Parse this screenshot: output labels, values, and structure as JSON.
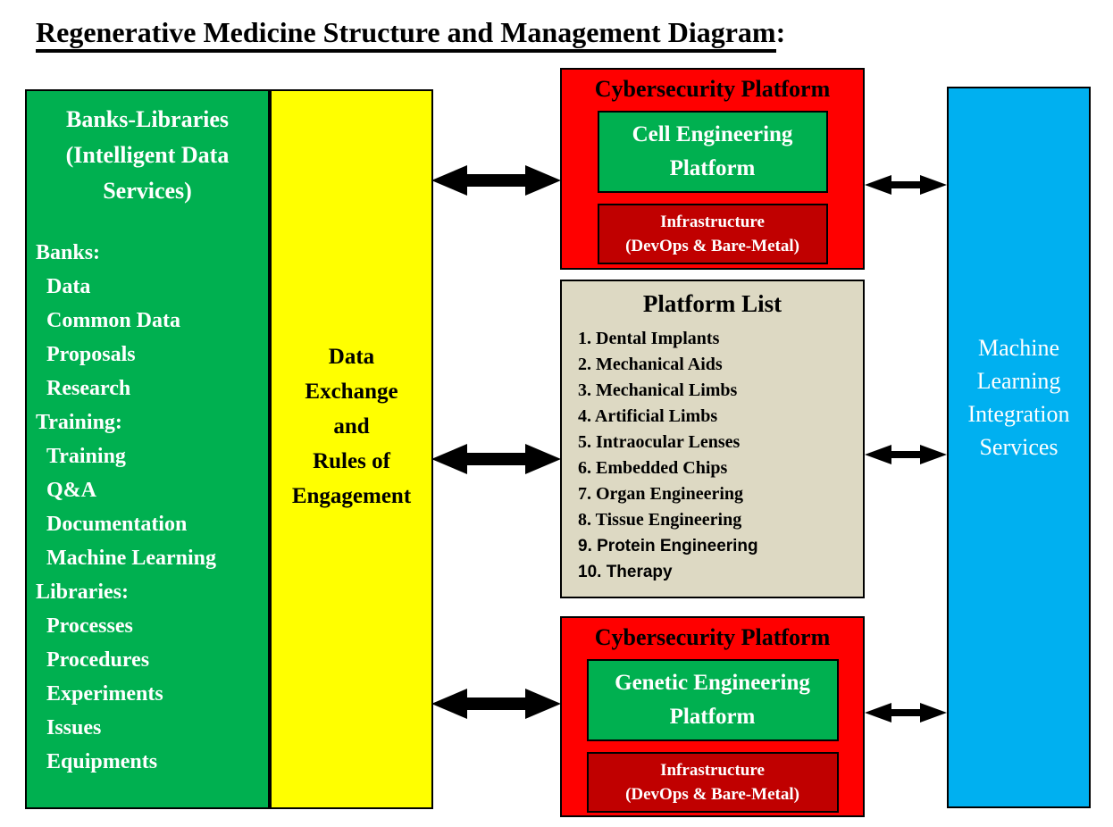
{
  "title": {
    "main": "Regenerative Medicine Structure and Management Diagram",
    "suffix": ":"
  },
  "colors": {
    "green": "#00B050",
    "yellow": "#FFFF00",
    "red": "#FF0000",
    "dark_red": "#C00000",
    "tan": "#DDD9C3",
    "blue": "#00B0F0",
    "arrow": "#000000",
    "text_light": "#FFFFFF",
    "text_dark": "#000000"
  },
  "banks_libraries": {
    "header_lines": [
      "Banks-Libraries",
      "(Intelligent Data",
      "Services)"
    ],
    "items": [
      {
        "label": "Banks:"
      },
      {
        "label": "Data"
      },
      {
        "label": "Common Data"
      },
      {
        "label": "Proposals"
      },
      {
        "label": "Research"
      },
      {
        "label": "Training:"
      },
      {
        "label": "Training"
      },
      {
        "label": "Q&A"
      },
      {
        "label": "Documentation"
      },
      {
        "label": "Machine Learning"
      },
      {
        "label": "Libraries:"
      },
      {
        "label": "Processes"
      },
      {
        "label": "Procedures"
      },
      {
        "label": "Experiments"
      },
      {
        "label": "Issues"
      },
      {
        "label": "Equipments"
      }
    ]
  },
  "data_exchange": {
    "lines": [
      "Data",
      "Exchange",
      "and",
      "Rules of",
      "Engagement"
    ]
  },
  "cybersecurity_top": {
    "title": "Cybersecurity Platform",
    "platform_lines": [
      "Cell Engineering",
      "Platform"
    ],
    "infrastructure_lines": [
      "Infrastructure",
      "(DevOps & Bare-Metal)"
    ]
  },
  "platform_list": {
    "title": "Platform List",
    "items": [
      "1. Dental Implants",
      "2. Mechanical Aids",
      "3. Mechanical Limbs",
      "4. Artificial Limbs",
      "5. Intraocular Lenses",
      "6. Embedded Chips",
      "7. Organ Engineering",
      "8. Tissue Engineering",
      "9. Protein Engineering",
      "10. Therapy"
    ]
  },
  "cybersecurity_bottom": {
    "title": "Cybersecurity Platform",
    "platform_lines": [
      "Genetic Engineering",
      "Platform"
    ],
    "infrastructure_lines": [
      "Infrastructure",
      "(DevOps & Bare-Metal)"
    ]
  },
  "machine_learning": {
    "lines": [
      "Machine",
      "Learning",
      "Integration",
      "Services"
    ]
  }
}
